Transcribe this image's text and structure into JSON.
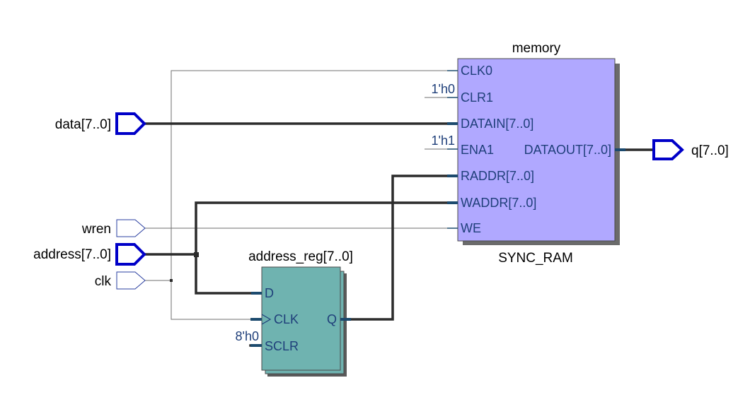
{
  "inputs": {
    "data": "data[7..0]",
    "wren": "wren",
    "address": "address[7..0]",
    "clk": "clk"
  },
  "outputs": {
    "q": "q[7..0]"
  },
  "memory": {
    "title": "memory",
    "type": "SYNC_RAM",
    "ports": {
      "clk0": "CLK0",
      "clr1": "CLR1",
      "datain": "DATAIN[7..0]",
      "ena1": "ENA1",
      "dataout": "DATAOUT[7..0]",
      "raddr": "RADDR[7..0]",
      "waddr": "WADDR[7..0]",
      "we": "WE"
    },
    "constants": {
      "clr1": "1'h0",
      "ena1": "1'h1"
    },
    "fill": "#b0a8ff"
  },
  "register": {
    "title": "address_reg[7..0]",
    "ports": {
      "d": "D",
      "clk": "CLK",
      "q": "Q",
      "sclr": "SCLR"
    },
    "constants": {
      "sclr": "8'h0"
    },
    "fill": "#6fb3b0"
  }
}
